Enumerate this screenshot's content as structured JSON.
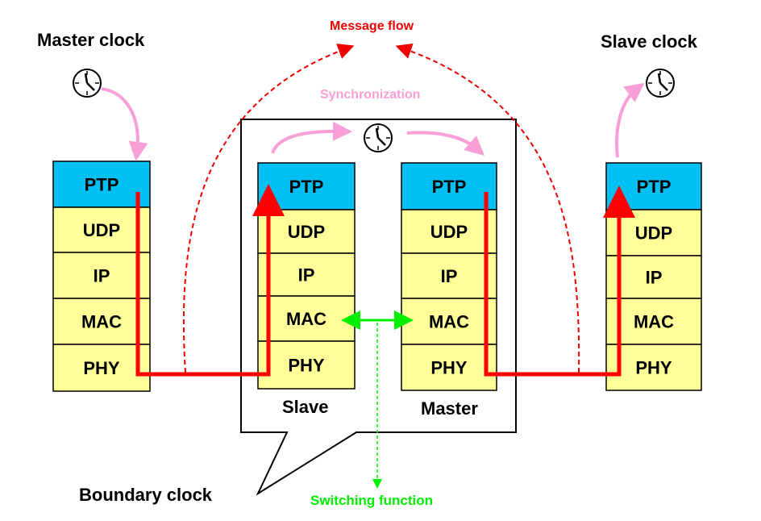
{
  "labels": {
    "master_clock": "Master clock",
    "slave_clock": "Slave clock",
    "message_flow": "Message flow",
    "synchronization": "Synchronization",
    "boundary_clock": "Boundary  clock",
    "switching_function": "Switching function",
    "slave": "Slave",
    "master": "Master"
  },
  "stacks": {
    "left": [
      "PTP",
      "UDP",
      "IP",
      "MAC",
      "PHY"
    ],
    "bc_slave": [
      "PTP",
      "UDP",
      "IP",
      "MAC",
      "PHY"
    ],
    "bc_master": [
      "PTP",
      "UDP",
      "IP",
      "MAC",
      "PHY"
    ],
    "right": [
      "PTP",
      "UDP",
      "IP",
      "MAC",
      "PHY"
    ]
  },
  "colors": {
    "ptp_fill": "#00bff3",
    "layer_fill": "#ffff99",
    "path": "#ff0000",
    "message_flow": "#ee0000",
    "synchronization": "#f79fd6",
    "switching": "#00ee00"
  },
  "icons": [
    "clock-icon",
    "clock-icon",
    "clock-icon"
  ]
}
